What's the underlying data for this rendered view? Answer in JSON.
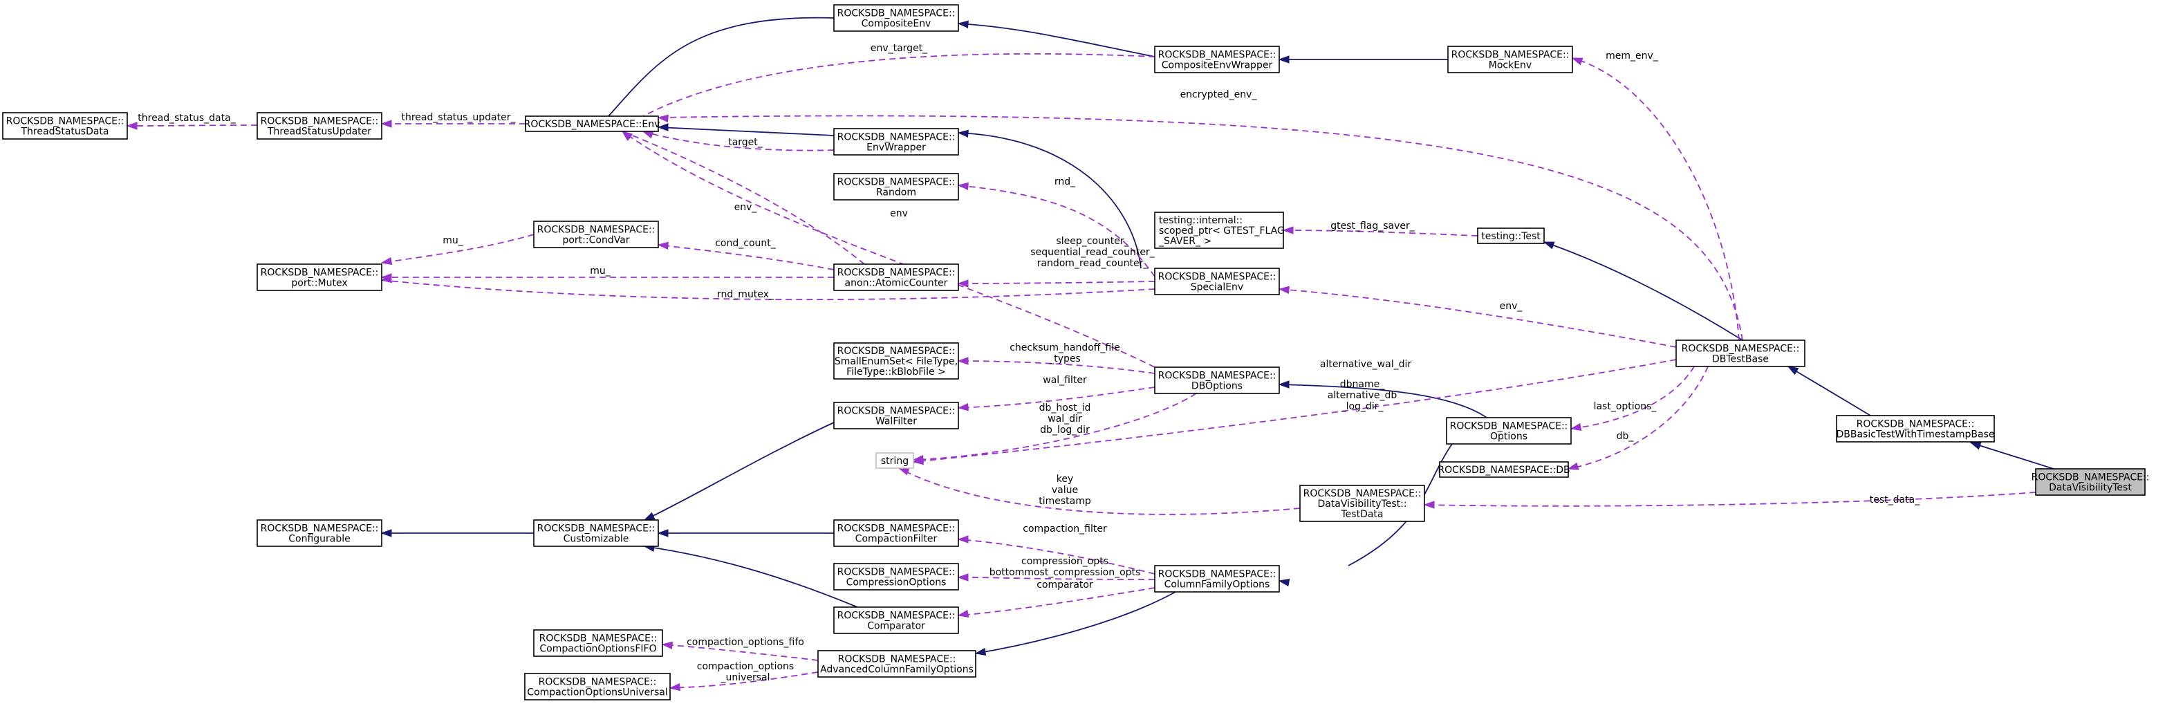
{
  "nodes": {
    "datavis": [
      "ROCKSDB_NAMESPACE::",
      "DataVisibilityTest"
    ],
    "dbbasic": [
      "ROCKSDB_NAMESPACE::",
      "DBBasicTestWithTimestampBase"
    ],
    "dbtestbase": [
      "ROCKSDB_NAMESPACE::",
      "DBTestBase"
    ],
    "testingtest": [
      "testing::Test"
    ],
    "scopedptr": [
      "testing::internal::",
      "scoped_ptr< GTEST_FLAG",
      "_SAVER_ >"
    ],
    "db": [
      "ROCKSDB_NAMESPACE::DB"
    ],
    "mockenv": [
      "ROCKSDB_NAMESPACE::",
      "MockEnv"
    ],
    "options": [
      "ROCKSDB_NAMESPACE::",
      "Options"
    ],
    "testdata": [
      "ROCKSDB_NAMESPACE::",
      "DataVisibilityTest::",
      "TestData"
    ],
    "compenvwrap": [
      "ROCKSDB_NAMESPACE::",
      "CompositeEnvWrapper"
    ],
    "compenv": [
      "ROCKSDB_NAMESPACE::",
      "CompositeEnv"
    ],
    "env": [
      "ROCKSDB_NAMESPACE::Env"
    ],
    "envwrapper": [
      "ROCKSDB_NAMESPACE::",
      "EnvWrapper"
    ],
    "random": [
      "ROCKSDB_NAMESPACE::",
      "Random"
    ],
    "specialenv": [
      "ROCKSDB_NAMESPACE::",
      "SpecialEnv"
    ],
    "atomic": [
      "ROCKSDB_NAMESPACE::",
      "anon::AtomicCounter"
    ],
    "condvar": [
      "ROCKSDB_NAMESPACE::",
      "port::CondVar"
    ],
    "mutex": [
      "ROCKSDB_NAMESPACE::",
      "port::Mutex"
    ],
    "tsupdater": [
      "ROCKSDB_NAMESPACE::",
      "ThreadStatusUpdater"
    ],
    "tsdata": [
      "ROCKSDB_NAMESPACE::",
      "ThreadStatusData"
    ],
    "dboptions": [
      "ROCKSDB_NAMESPACE::",
      "DBOptions"
    ],
    "smallenum": [
      "ROCKSDB_NAMESPACE::",
      "SmallEnumSet< FileType,",
      "FileType::kBlobFile >"
    ],
    "walfilter": [
      "ROCKSDB_NAMESPACE::",
      "WalFilter"
    ],
    "string": [
      "string"
    ],
    "configurable": [
      "ROCKSDB_NAMESPACE::",
      "Configurable"
    ],
    "customizable": [
      "ROCKSDB_NAMESPACE::",
      "Customizable"
    ],
    "compfilter": [
      "ROCKSDB_NAMESPACE::",
      "CompactionFilter"
    ],
    "compopts": [
      "ROCKSDB_NAMESPACE::",
      "CompressionOptions"
    ],
    "comparator": [
      "ROCKSDB_NAMESPACE::",
      "Comparator"
    ],
    "cfopts": [
      "ROCKSDB_NAMESPACE::",
      "ColumnFamilyOptions"
    ],
    "advcf": [
      "ROCKSDB_NAMESPACE::",
      "AdvancedColumnFamilyOptions"
    ],
    "cofifo": [
      "ROCKSDB_NAMESPACE::",
      "CompactionOptionsFIFO"
    ],
    "couniv": [
      "ROCKSDB_NAMESPACE::",
      "CompactionOptionsUniversal"
    ]
  },
  "edge_labels": {
    "test_data": [
      "test_data_"
    ],
    "db": [
      "db_"
    ],
    "last_options": [
      "last_options_"
    ],
    "env_": [
      "env_"
    ],
    "gtest_flag_saver": [
      "gtest_flag_saver_"
    ],
    "mem_env": [
      "mem_env_"
    ],
    "encrypted_env": [
      "encrypted_env_"
    ],
    "env_target": [
      "env_target_"
    ],
    "target": [
      "target_"
    ],
    "thread_status_updater": [
      "thread_status_updater_"
    ],
    "thread_status_data": [
      "thread_status_data_"
    ],
    "rnd": [
      "rnd_"
    ],
    "env_atomic": [
      "env_"
    ],
    "env_dboptions": [
      "env"
    ],
    "mu_condvar": [
      "mu_"
    ],
    "cond_count": [
      "cond_count_"
    ],
    "mu_atomic": [
      "mu_"
    ],
    "sleep_counter": [
      "sleep_counter_",
      "sequential_read_counter_",
      "random_read_counter_"
    ],
    "rnd_mutex": [
      "rnd_mutex_"
    ],
    "checksum_handoff": [
      "checksum_handoff_file",
      "_types"
    ],
    "wal_filter": [
      "wal_filter"
    ],
    "db_host_id": [
      "db_host_id",
      "wal_dir",
      "db_log_dir"
    ],
    "alternative_wal_dir": [
      "alternative_wal_dir"
    ],
    "dbname": [
      "dbname_",
      "alternative_db",
      "_log_dir_"
    ],
    "key_value": [
      "key",
      "value",
      "timestamp"
    ],
    "compaction_filter": [
      "compaction_filter"
    ],
    "compression_opts": [
      "compression_opts",
      "bottommost_compression_opts"
    ],
    "comparator": [
      "comparator"
    ],
    "compaction_options_fifo": [
      "compaction_options_fifo"
    ],
    "compaction_options_universal": [
      "compaction_options",
      "_universal"
    ]
  },
  "colors": {
    "inheritance_edge": "#191970",
    "member_edge": "#9a32cd",
    "highlight_fill": "#bfbfbf"
  }
}
